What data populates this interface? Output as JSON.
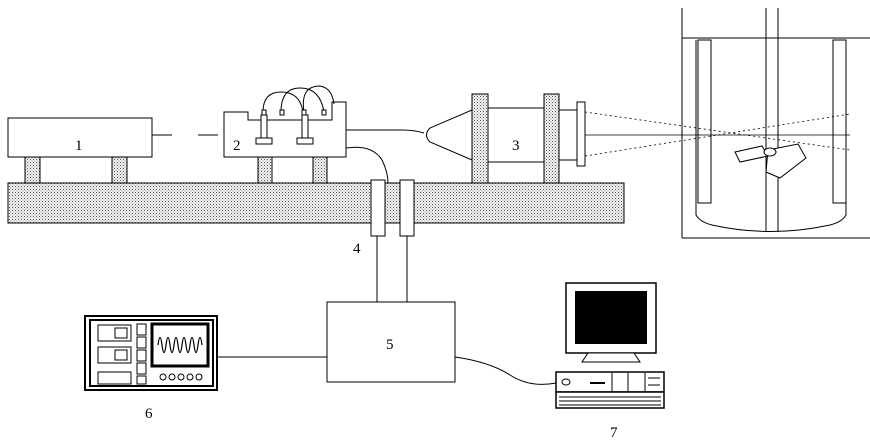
{
  "labels": {
    "laser": "1",
    "optics": "2",
    "probe": "3",
    "photodetectors": "4",
    "processor": "5",
    "oscilloscope": "6",
    "computer": "7"
  },
  "icons": {
    "oscilloscope_screen": "sine-wave-icon",
    "computer_monitor": "monitor-icon",
    "impeller": "impeller-icon"
  },
  "colors": {
    "line": "#000000",
    "background": "#ffffff",
    "table_fill": "#d8d8d8",
    "screen": "#000000"
  }
}
